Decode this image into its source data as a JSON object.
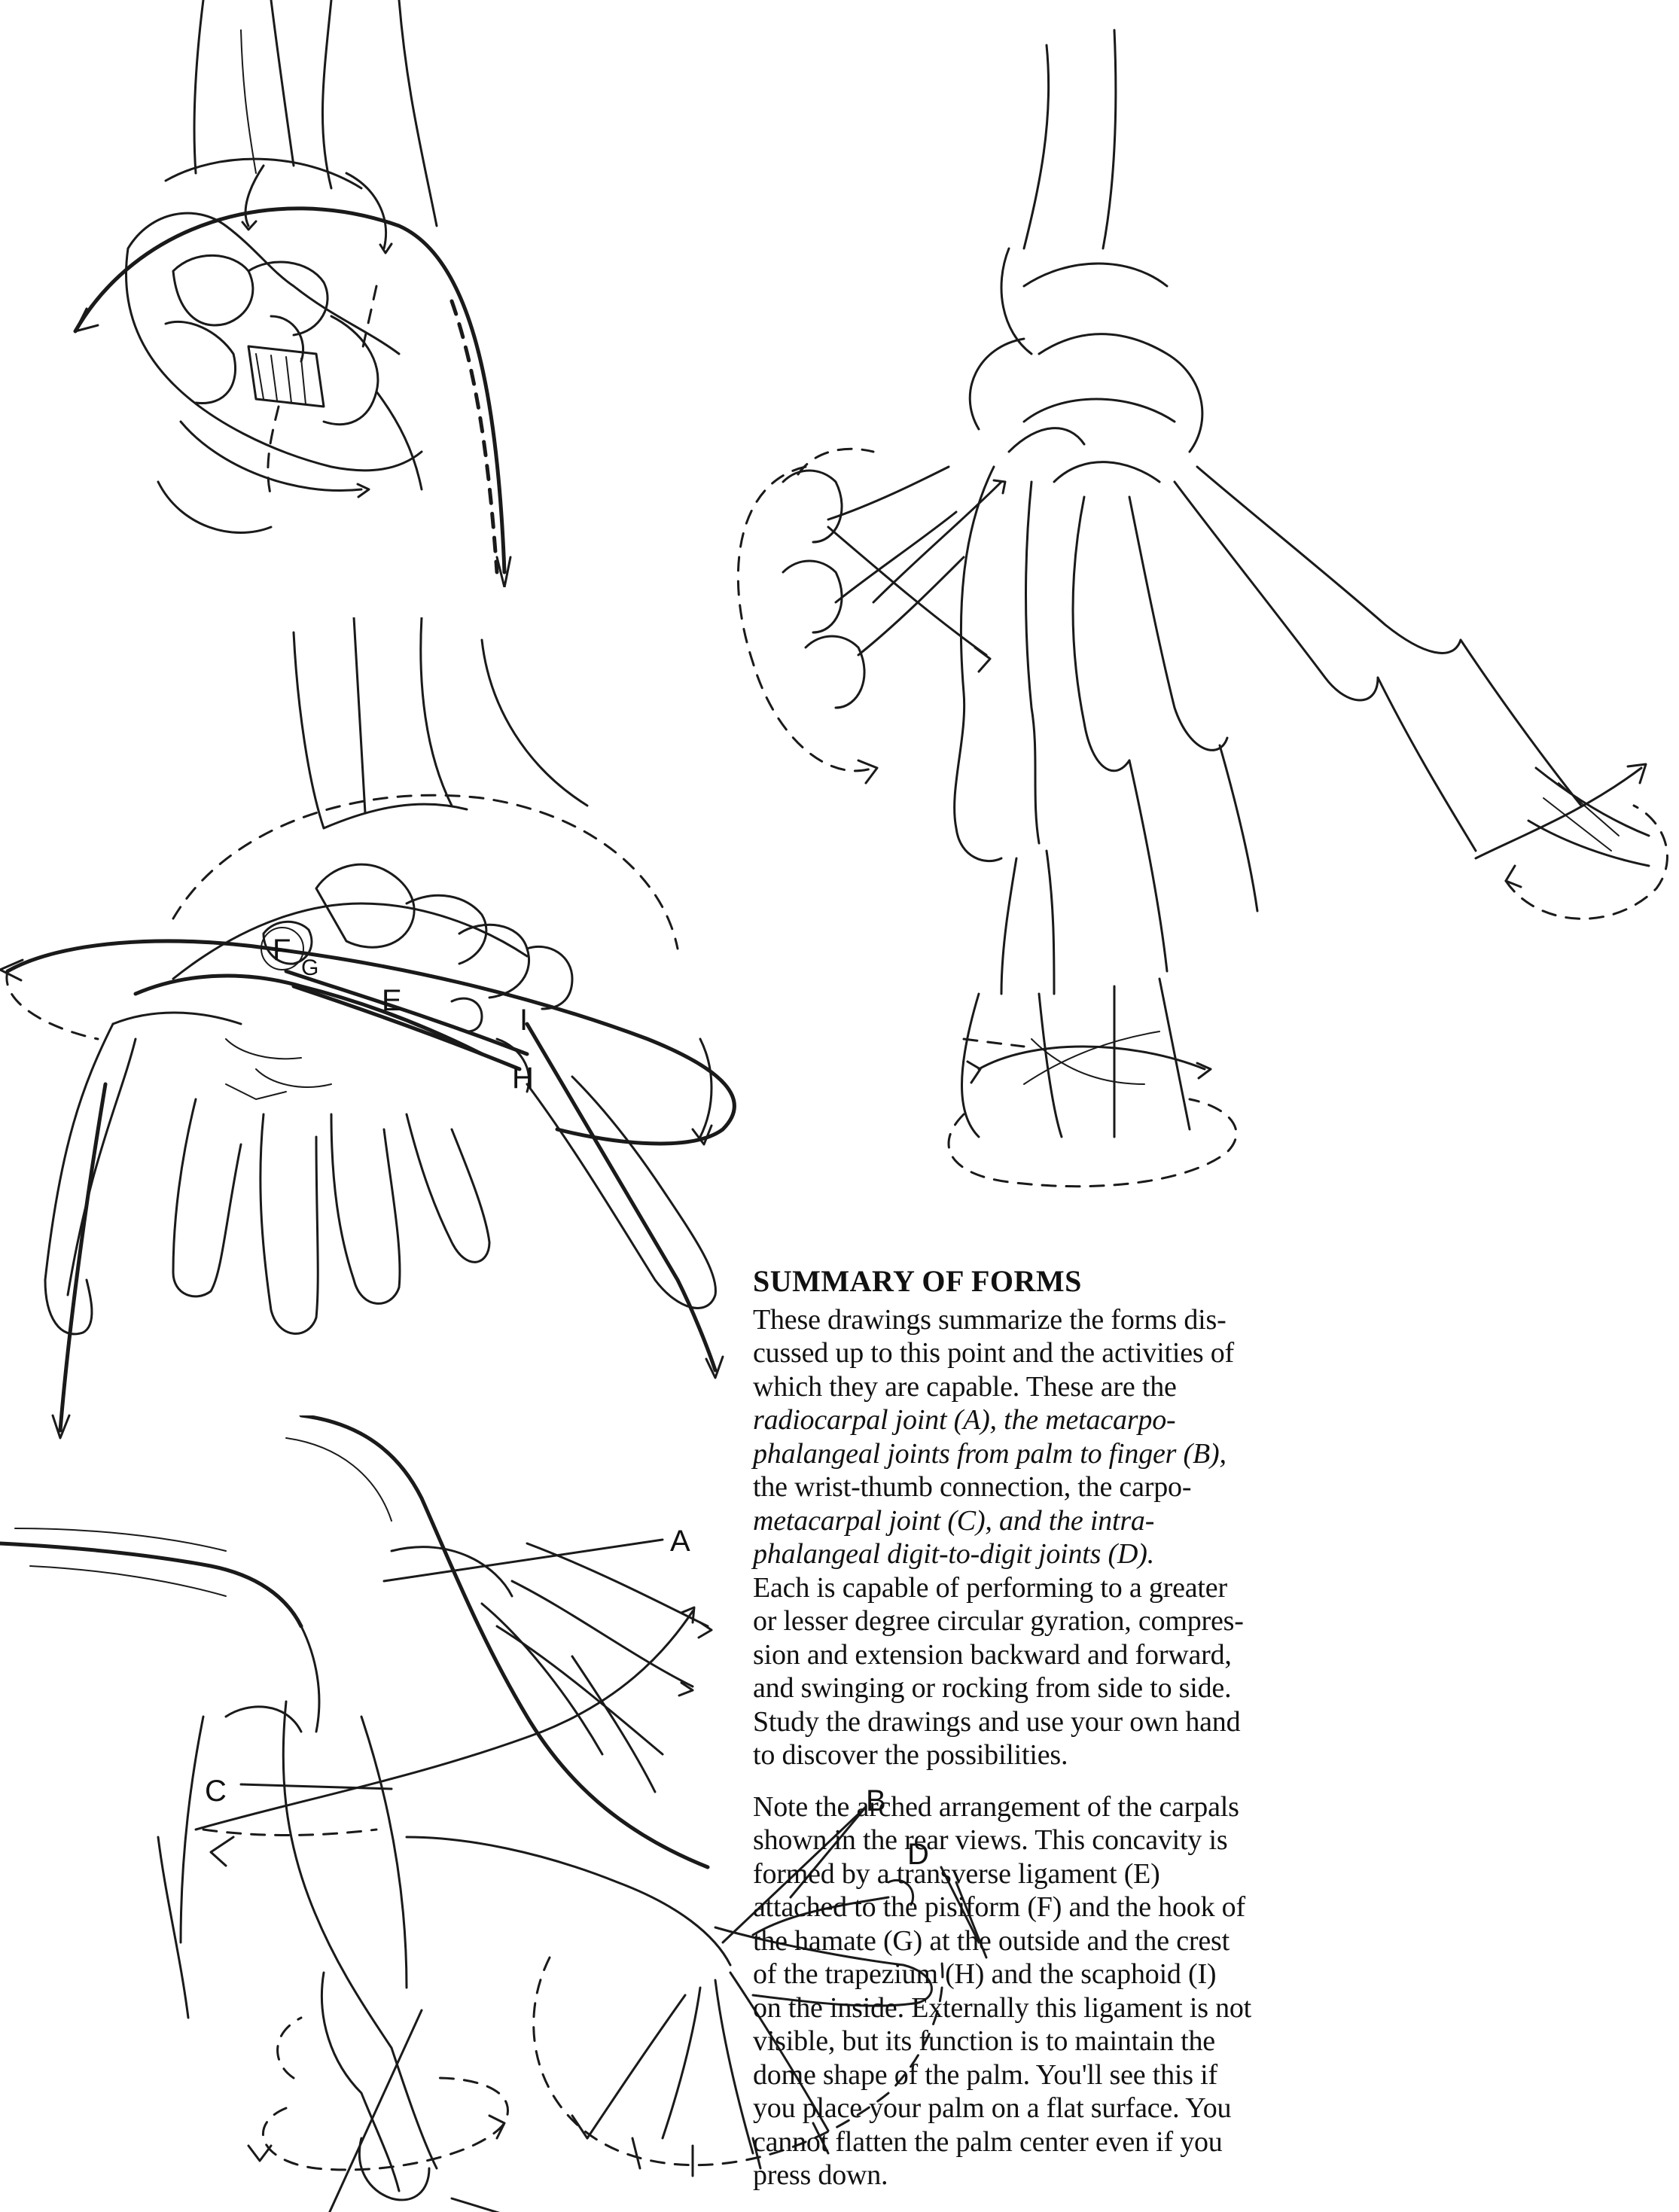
{
  "summary": {
    "heading": "SUMMARY OF FORMS",
    "p1": [
      "These drawings summarize the forms dis-",
      "cussed up to this point and the activities of",
      "which they are capable. These are the",
      [
        "i",
        "radiocarpal joint (A),"
      ],
      " the ",
      [
        "i",
        "metacarpo-"
      ],
      [
        "i",
        "phalangeal joints"
      ],
      " from palm to finger ",
      [
        "i",
        "(B),"
      ],
      "the wrist-thumb connection, the ",
      [
        "i",
        "carpo-"
      ],
      [
        "i",
        "metacarpal joint (C),"
      ],
      " and the ",
      [
        "i",
        "intra-"
      ],
      [
        "i",
        "phalangeal digit-to-digit joints (D)."
      ]
    ],
    "p1_lines": [
      "These drawings summarize the forms dis-",
      "cussed up to this point and the activities of",
      "which they are capable. These are the",
      "radiocarpal joint (A),  the metacarpo-",
      "phalangeal joints from palm to finger (B),",
      "the wrist-thumb connection, the carpo-",
      "metacarpal joint (C), and the intra-",
      "phalangeal digit-to-digit joints (D).",
      "Each is capable of performing to a greater",
      "or lesser degree circular gyration, compres-",
      "sion and extension backward and forward,",
      "and swinging or rocking from side to side.",
      "Study the drawings and use your own hand",
      "to discover the possibilities."
    ],
    "p2_lines": [
      "Note the arched arrangement of the carpals",
      "shown in the rear views. This concavity is",
      "formed by a transverse ligament (E)",
      "attached to the pisiform (F) and the hook of",
      "the hamate (G) at the outside and the crest",
      "of the trapezium (H) and the scaphoid (I)",
      "on the inside. Externally this ligament is not",
      "visible, but its function is to maintain the",
      "dome shape of the palm. You'll see this if",
      "you place your palm on a flat surface. You",
      "cannot flatten the palm center even if you",
      "press down."
    ]
  },
  "labels": {
    "A": "A",
    "B": "B",
    "C": "C",
    "D": "D",
    "E": "E",
    "F": "F",
    "G": "G",
    "H": "H",
    "I": "I"
  }
}
